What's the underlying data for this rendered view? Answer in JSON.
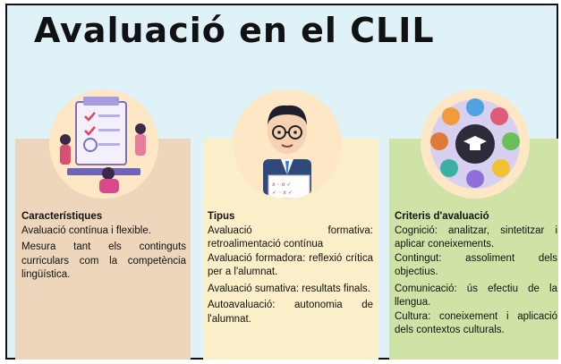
{
  "title": "Avaluació en el CLIL",
  "columns": [
    {
      "heading": "Característiques",
      "icon": "checklist-people-icon",
      "paragraphs": [
        "Avaluació contínua i flexible.",
        "Mesura tant els continguts curriculars com la competència lingüística."
      ]
    },
    {
      "heading": "Tipus",
      "icon": "teacher-grading-icon",
      "paragraphs": [
        "Avaluació formativa: retroalimentació contínua",
        "Avaluació formadora: reflexió crítica per a l'alumnat.",
        "Avaluació sumativa: resultats finals.",
        "Autoavaluació: autonomia de l'alumnat."
      ]
    },
    {
      "heading": "Criteris d'avaluació",
      "icon": "graduation-cap-icon",
      "paragraphs": [
        "Cognició: analitzar, sintetitzar i aplicar coneixements.",
        "Contingut: assoliment dels objectius.",
        "Comunicació: ús efectiu de la llengua.",
        "Cultura: coneixement i aplicació dels contextos culturals."
      ]
    }
  ],
  "colors": {
    "background": "#dff2f8",
    "card1": "#edd6bc",
    "card2": "#fbefc9",
    "card3": "#cfe3a7",
    "circle": "#fde7c4"
  }
}
